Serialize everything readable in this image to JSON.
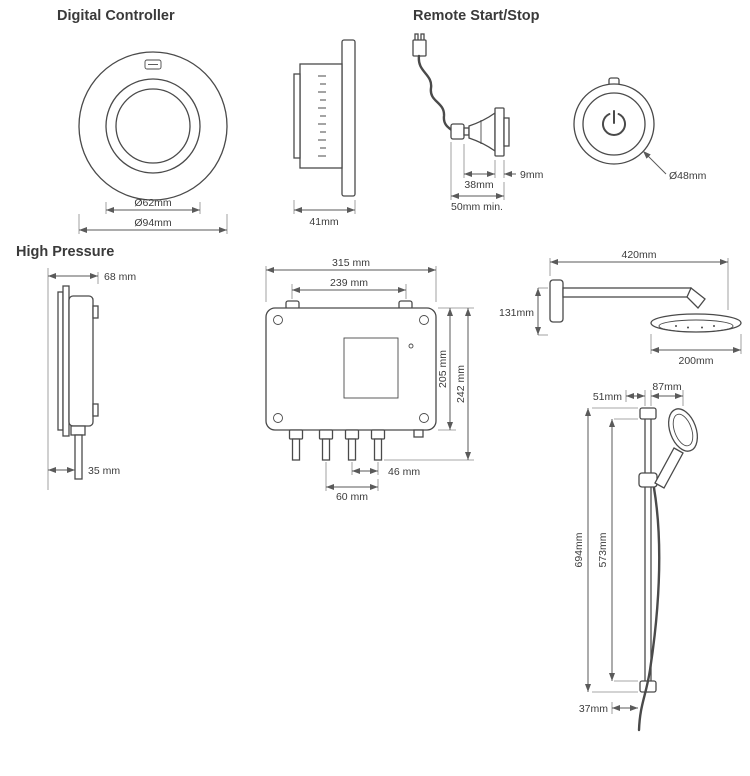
{
  "sections": {
    "digital_controller": {
      "title": "Digital Controller",
      "front": {
        "dim_inner": "Ø62mm",
        "dim_outer": "Ø94mm"
      },
      "side": {
        "dim_depth": "41mm"
      }
    },
    "remote": {
      "title": "Remote Start/Stop",
      "dims": {
        "body_length": "38mm",
        "flange": "9mm",
        "clearance": "50mm min.",
        "button_diameter": "Ø48mm"
      }
    },
    "high_pressure": {
      "title": "High Pressure",
      "valve_side": {
        "depth": "68 mm",
        "inlet_offset": "35 mm"
      },
      "valve_front": {
        "overall_width": "315 mm",
        "fixing_width": "239 mm",
        "fixing_height": "205 mm",
        "overall_height": "242 mm",
        "spacing_small": "46 mm",
        "spacing_large": "60 mm"
      },
      "overhead": {
        "arm_length": "420mm",
        "drop": "131mm",
        "head_diameter": "200mm"
      },
      "rail": {
        "wall_offset": "51mm",
        "handset_offset": "87mm",
        "overall_length": "694mm",
        "fixing_centres": "573mm",
        "hose_offset": "37mm"
      }
    }
  }
}
